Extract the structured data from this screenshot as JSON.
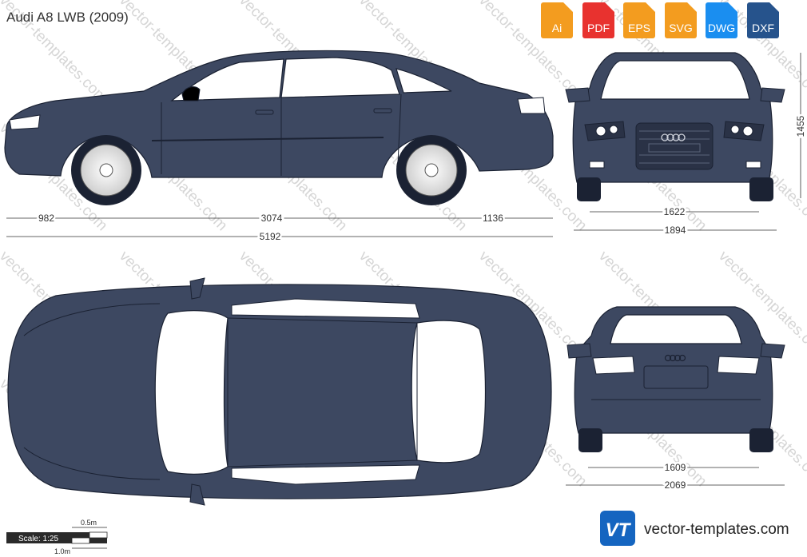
{
  "title": "Audi A8 LWB (2009)",
  "formats": [
    {
      "label": "Ai",
      "color": "#f39c1f",
      "icon": "illustrator-file-icon"
    },
    {
      "label": "PDF",
      "color": "#e8322f",
      "icon": "pdf-file-icon"
    },
    {
      "label": "EPS",
      "color": "#f39c1f",
      "icon": "eps-file-icon"
    },
    {
      "label": "SVG",
      "color": "#f39c1f",
      "icon": "svg-file-icon"
    },
    {
      "label": "DWG",
      "color": "#1a8ef0",
      "icon": "dwg-file-icon"
    },
    {
      "label": "DXF",
      "color": "#26538c",
      "icon": "dxf-file-icon"
    }
  ],
  "watermark": "vector-templates.com",
  "brand": {
    "text": "vector-templates.com",
    "logo": "VT"
  },
  "car_color": "#3d4861",
  "dimensions": {
    "front_overhang": "982",
    "wheelbase": "3074",
    "rear_overhang": "1136",
    "length": "5192",
    "height": "1455",
    "front_track": "1622",
    "width": "1894",
    "rear_track": "1609",
    "width_mirrors": "2069"
  },
  "scale": {
    "label": "Scale: 1:25",
    "half": "0.5m",
    "full": "1.0m"
  }
}
